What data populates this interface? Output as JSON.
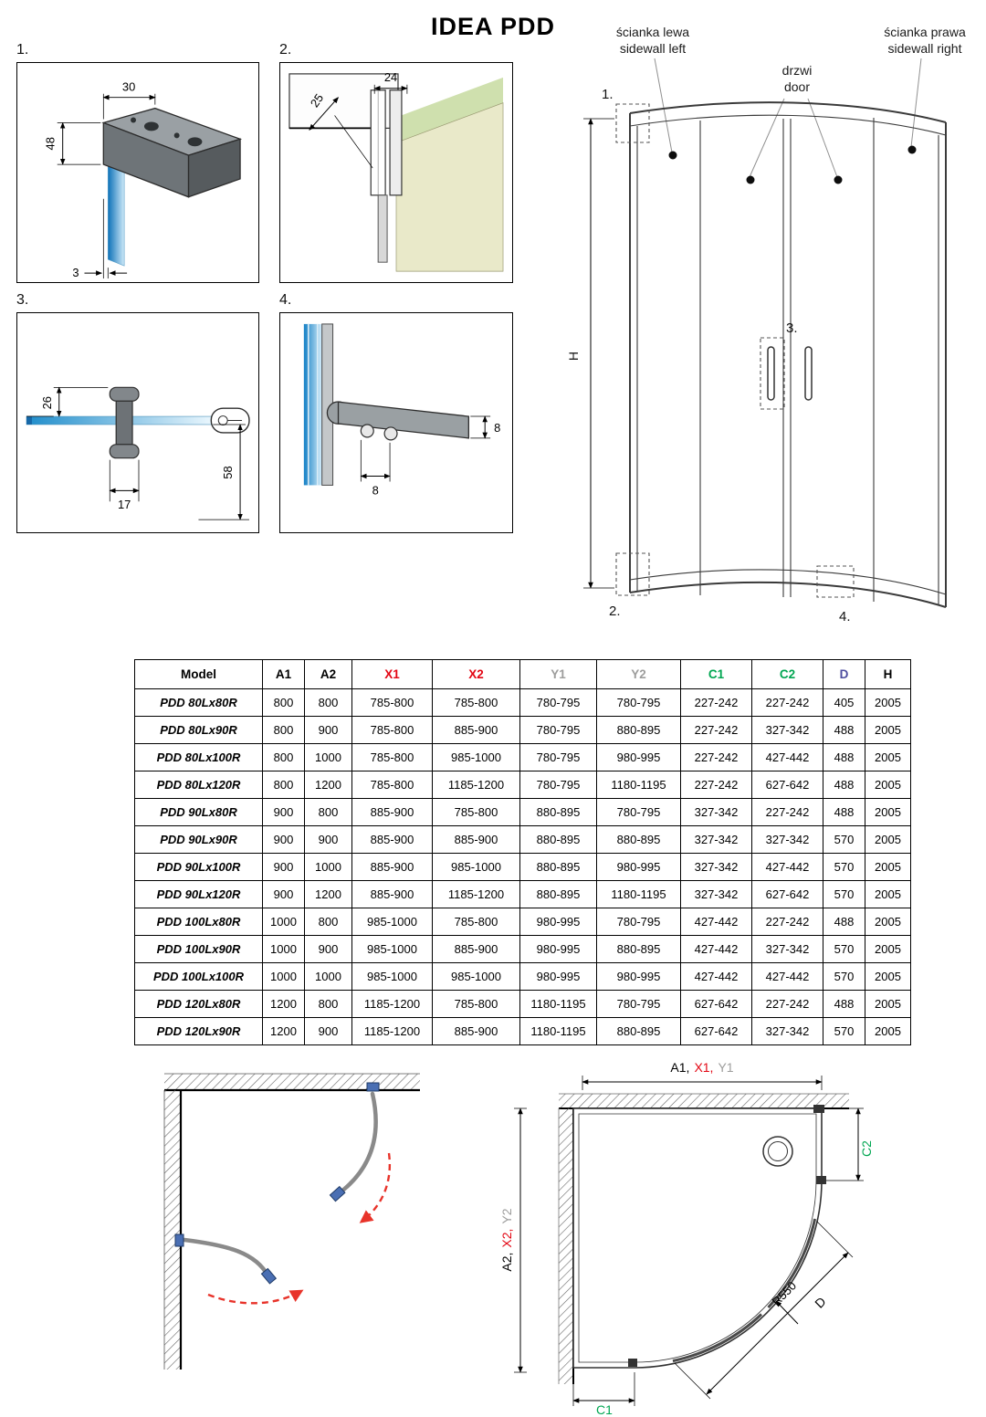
{
  "title": "IDEA PDD",
  "colors": {
    "red": "#e30613",
    "gray": "#9d9d9c",
    "green": "#00a651",
    "purple": "#4d4d9f",
    "black": "#000000",
    "glass_blue": "#1583c7",
    "arrow_red": "#e8332a"
  },
  "details": {
    "d1": {
      "label": "1.",
      "dim_width": "30",
      "dim_height": "48",
      "dim_gap": "3"
    },
    "d2": {
      "label": "2.",
      "dim_depth": "24",
      "dim_offset": "25"
    },
    "d3": {
      "label": "3.",
      "dim_grip": "17",
      "dim_knob": "26",
      "dim_length": "58"
    },
    "d4": {
      "label": "4.",
      "dim_side": "8",
      "dim_bottom": "8"
    }
  },
  "elevation": {
    "sidewall_left_pl": "ścianka lewa",
    "sidewall_left_en": "sidewall left",
    "door_pl": "drzwi",
    "door_en": "door",
    "sidewall_right_pl": "ścianka prawa",
    "sidewall_right_en": "sidewall right",
    "height_label": "H",
    "callout_1": "1.",
    "callout_2": "2.",
    "callout_3": "3.",
    "callout_4": "4."
  },
  "table": {
    "headers": [
      {
        "label": "Model",
        "color": "#000000"
      },
      {
        "label": "A1",
        "color": "#000000"
      },
      {
        "label": "A2",
        "color": "#000000"
      },
      {
        "label": "X1",
        "color": "#e30613"
      },
      {
        "label": "X2",
        "color": "#e30613"
      },
      {
        "label": "Y1",
        "color": "#9d9d9c"
      },
      {
        "label": "Y2",
        "color": "#9d9d9c"
      },
      {
        "label": "C1",
        "color": "#00a651"
      },
      {
        "label": "C2",
        "color": "#00a651"
      },
      {
        "label": "D",
        "color": "#4d4d9f"
      },
      {
        "label": "H",
        "color": "#000000"
      }
    ],
    "rows": [
      [
        "PDD 80Lx80R",
        "800",
        "800",
        "785-800",
        "785-800",
        "780-795",
        "780-795",
        "227-242",
        "227-242",
        "405",
        "2005"
      ],
      [
        "PDD 80Lx90R",
        "800",
        "900",
        "785-800",
        "885-900",
        "780-795",
        "880-895",
        "227-242",
        "327-342",
        "488",
        "2005"
      ],
      [
        "PDD 80Lx100R",
        "800",
        "1000",
        "785-800",
        "985-1000",
        "780-795",
        "980-995",
        "227-242",
        "427-442",
        "488",
        "2005"
      ],
      [
        "PDD 80Lx120R",
        "800",
        "1200",
        "785-800",
        "1185-1200",
        "780-795",
        "1180-1195",
        "227-242",
        "627-642",
        "488",
        "2005"
      ],
      [
        "PDD 90Lx80R",
        "900",
        "800",
        "885-900",
        "785-800",
        "880-895",
        "780-795",
        "327-342",
        "227-242",
        "488",
        "2005"
      ],
      [
        "PDD 90Lx90R",
        "900",
        "900",
        "885-900",
        "885-900",
        "880-895",
        "880-895",
        "327-342",
        "327-342",
        "570",
        "2005"
      ],
      [
        "PDD 90Lx100R",
        "900",
        "1000",
        "885-900",
        "985-1000",
        "880-895",
        "980-995",
        "327-342",
        "427-442",
        "570",
        "2005"
      ],
      [
        "PDD 90Lx120R",
        "900",
        "1200",
        "885-900",
        "1185-1200",
        "880-895",
        "1180-1195",
        "327-342",
        "627-642",
        "570",
        "2005"
      ],
      [
        "PDD 100Lx80R",
        "1000",
        "800",
        "985-1000",
        "785-800",
        "980-995",
        "780-795",
        "427-442",
        "227-242",
        "488",
        "2005"
      ],
      [
        "PDD 100Lx90R",
        "1000",
        "900",
        "985-1000",
        "885-900",
        "980-995",
        "880-895",
        "427-442",
        "327-342",
        "570",
        "2005"
      ],
      [
        "PDD 100Lx100R",
        "1000",
        "1000",
        "985-1000",
        "985-1000",
        "980-995",
        "980-995",
        "427-442",
        "427-442",
        "570",
        "2005"
      ],
      [
        "PDD 120Lx80R",
        "1200",
        "800",
        "1185-1200",
        "785-800",
        "1180-1195",
        "780-795",
        "627-642",
        "227-242",
        "488",
        "2005"
      ],
      [
        "PDD 120Lx90R",
        "1200",
        "900",
        "1185-1200",
        "885-900",
        "1180-1195",
        "880-895",
        "627-642",
        "327-342",
        "570",
        "2005"
      ]
    ]
  },
  "plan": {
    "dim_top_a": "A1,",
    "dim_top_x": "X1,",
    "dim_top_y": "Y1",
    "dim_left_a": "A2,",
    "dim_left_x": "X2,",
    "dim_left_y": "Y2",
    "dim_c1": "C1",
    "dim_c2": "C2",
    "radius": "R550",
    "diameter": "D"
  }
}
